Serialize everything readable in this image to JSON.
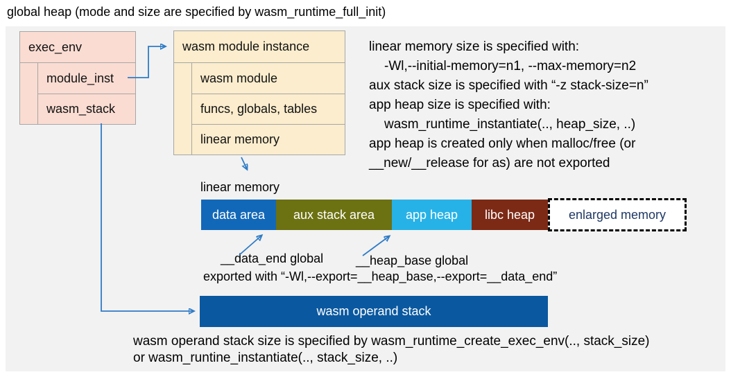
{
  "title": "global heap (mode and size are specified by wasm_runtime_full_init)",
  "exec_env": {
    "header": "exec_env",
    "rows": [
      "module_inst",
      "wasm_stack"
    ]
  },
  "module_instance": {
    "header": "wasm module instance",
    "rows": [
      "wasm module",
      "funcs, globals, tables",
      "linear memory"
    ]
  },
  "notes_right": {
    "lines": [
      "linear memory size is specified with:",
      "-Wl,--initial-memory=n1, --max-memory=n2",
      "aux stack size is specified with “-z stack-size=n”",
      "app heap size is specified with:",
      "wasm_runtime_instantiate(.., heap_size, ..)",
      "app heap is created only when malloc/free (or",
      "__new/__release for as) are not exported"
    ]
  },
  "linear_memory": {
    "label": "linear memory",
    "segments": [
      {
        "label": "data area",
        "color": "#1268B8"
      },
      {
        "label": "aux stack area",
        "color": "#6C7112"
      },
      {
        "label": "app heap",
        "color": "#27B2E7"
      },
      {
        "label": "libc heap",
        "color": "#7C2A16"
      },
      {
        "label": "enlarged memory",
        "color": "#FFFFFF"
      }
    ]
  },
  "annotations": {
    "data_end": "__data_end global",
    "heap_base": "__heap_base global",
    "exported": "exported with “-Wl,--export=__heap_base,--export=__data_end”"
  },
  "operand_stack": {
    "label": "wasm operand stack",
    "color": "#0A58A0",
    "notes": [
      "wasm operand stack size is specified by wasm_runtime_create_exec_env(.., stack_size)",
      "or wasm_runtine_instantiate(.., stack_size, ..)"
    ]
  },
  "colors": {
    "panel_bg": "#F2F2F2",
    "exec_env_fill": "#FADCD2",
    "module_instance_fill": "#FBEDCD",
    "box_border": "#A6A6A6",
    "arrow": "#2E7BC6",
    "enlarged_memory_text": "#1F3864"
  }
}
